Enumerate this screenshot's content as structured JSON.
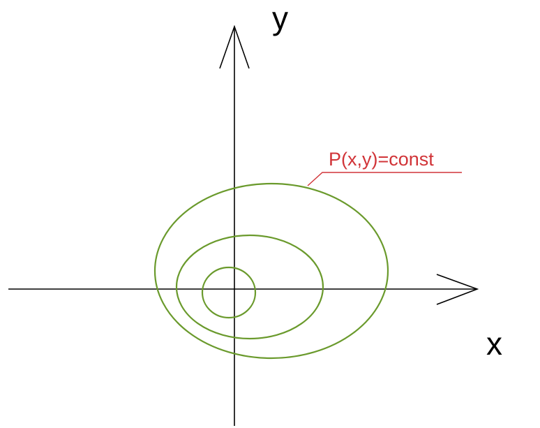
{
  "labels": {
    "x_axis": "x",
    "y_axis": "y",
    "level_curve": "P(x,y)=const"
  },
  "colors": {
    "axis": "#000000",
    "contour": "#6a9a2c",
    "callout": "#d13438"
  }
}
